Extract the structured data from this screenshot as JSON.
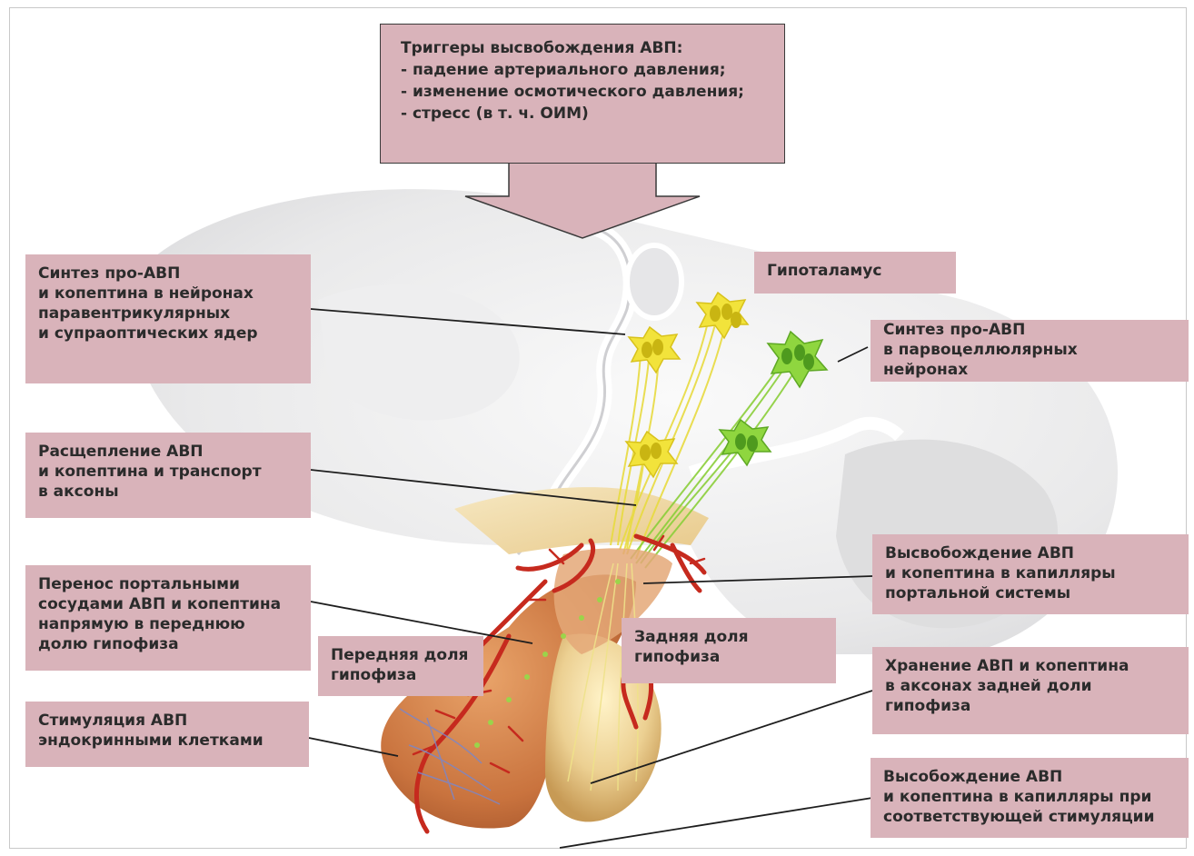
{
  "triggers": {
    "title": "Триггеры высвобождения АВП:",
    "items": [
      "- падение артериального давления;",
      "- изменение осмотического давления;",
      "- стресс (в т. ч. ОИМ)"
    ]
  },
  "labels": {
    "hypothalamus": "Гипоталамус",
    "synthesis_paraventricular": "Синтез про-АВП\nи копептина в нейронах\nпаравентрикулярных\nи супраоптических ядер",
    "synthesis_parvocellular": "Синтез про-АВП\nв парвоцеллюлярных\nнейронах",
    "cleavage_transport": "Расщепление АВП\nи копептина и транспорт\nв аксоны",
    "release_portal": "Высвобождение АВП\nи копептина в капилляры\nпортальной системы",
    "portal_transfer": "Перенос портальными\nсосудами АВП и копептина\nнапрямую в переднюю\nдолю гипофиза",
    "posterior_lobe": "Задняя доля\nгипофиза",
    "anterior_lobe": "Передняя доля\nгипофиза",
    "storage": "Хранение АВП и копептина\nв аксонах задней доли\nгипофиза",
    "stimulation": "Стимуляция АВП\nэндокринными клетками",
    "release_stimulation": "Высобождение АВП\nи копептина в капилляры при\nсоответствующей стимуляции"
  },
  "colors": {
    "label_fill": "#d9b3ba",
    "neuron_yellow": "#f1e23a",
    "neuron_green": "#7fd13b",
    "vessel_red": "#c62a1e",
    "gland": "#d98a4e",
    "posterior_lobe": "#e7d2a0"
  }
}
